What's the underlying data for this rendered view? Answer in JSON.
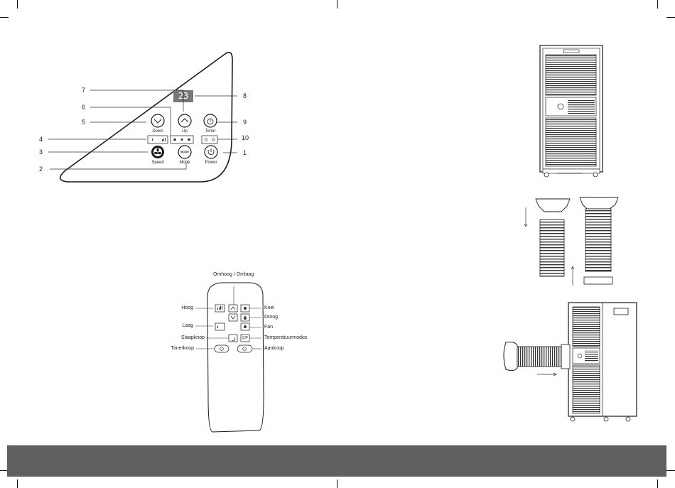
{
  "panel": {
    "display": "23",
    "buttons": {
      "down": "Down",
      "up": "Up",
      "timer": "Timer",
      "speed": "Speed",
      "mode": "Mode",
      "mode_icon": "MODE",
      "power": "Power"
    },
    "callouts": {
      "n1": "1",
      "n2": "2",
      "n3": "3",
      "n4": "4",
      "n5": "5",
      "n6": "6",
      "n7": "7",
      "n8": "8",
      "n9": "9",
      "n10": "10"
    }
  },
  "remote": {
    "top_label": "Omhoog / Omlaag",
    "left_labels": {
      "hoog": "Hoog",
      "laag": "Laag",
      "slaapknop": "Slaapknop",
      "timerknop": "Timerknop"
    },
    "right_labels": {
      "koel": "Koel",
      "droog": "Droog",
      "fan": "Fan",
      "temperatuurmodus": "Temperatuurmodus",
      "aanknop": "Aanknop"
    },
    "button_text": {
      "unit": "C/F"
    }
  },
  "icons": [
    "down-arrow-icon",
    "up-arrow-icon",
    "timer-icon",
    "fan-icon",
    "power-icon",
    "snowflake-icon",
    "droplet-icon",
    "fan-mode-icon"
  ]
}
